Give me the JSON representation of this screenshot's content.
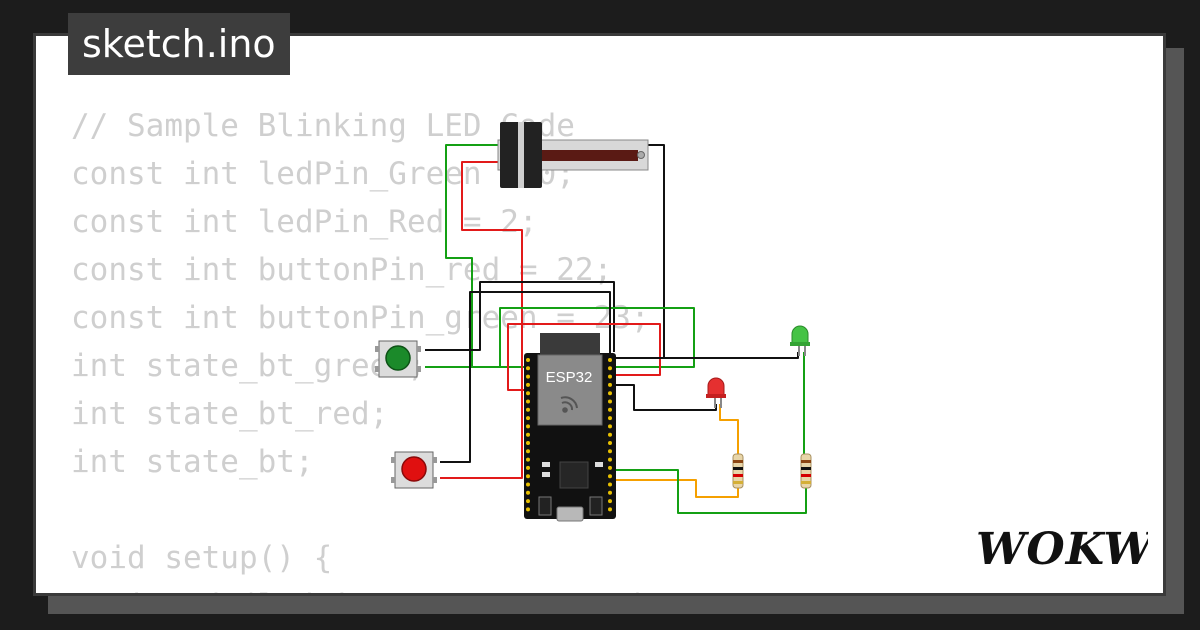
{
  "file": {
    "name": "sketch.ino"
  },
  "code": {
    "lines": [
      "// Sample Blinking LED Code",
      "const int ledPin_Green = 0;",
      "const int ledPin_Red = 2;",
      "const int buttonPin_red = 22;",
      "const int buttonPin_green = 23;",
      "int state_bt_green;",
      "int state_bt_red;",
      "int state_bt;",
      "",
      "void setup() {",
      "  pinMode(ledPin_Green, OUTPUT);"
    ]
  },
  "board": {
    "label": "ESP32",
    "chip_icon": "wifi-icon"
  },
  "components": {
    "buttons": [
      {
        "color": "green",
        "cap": "#1b8a2a"
      },
      {
        "color": "red",
        "cap": "#e01010"
      }
    ],
    "leds": [
      {
        "color": "red",
        "fill": "#e53030"
      },
      {
        "color": "green",
        "fill": "#45c345"
      }
    ],
    "resistors": 2,
    "potentiometer": "slide-potentiometer"
  },
  "wire_colors": {
    "black": "#111111",
    "green": "#14a014",
    "red": "#e21a1a",
    "orange": "#f5a000"
  },
  "brand": {
    "name": "WOKWi"
  }
}
